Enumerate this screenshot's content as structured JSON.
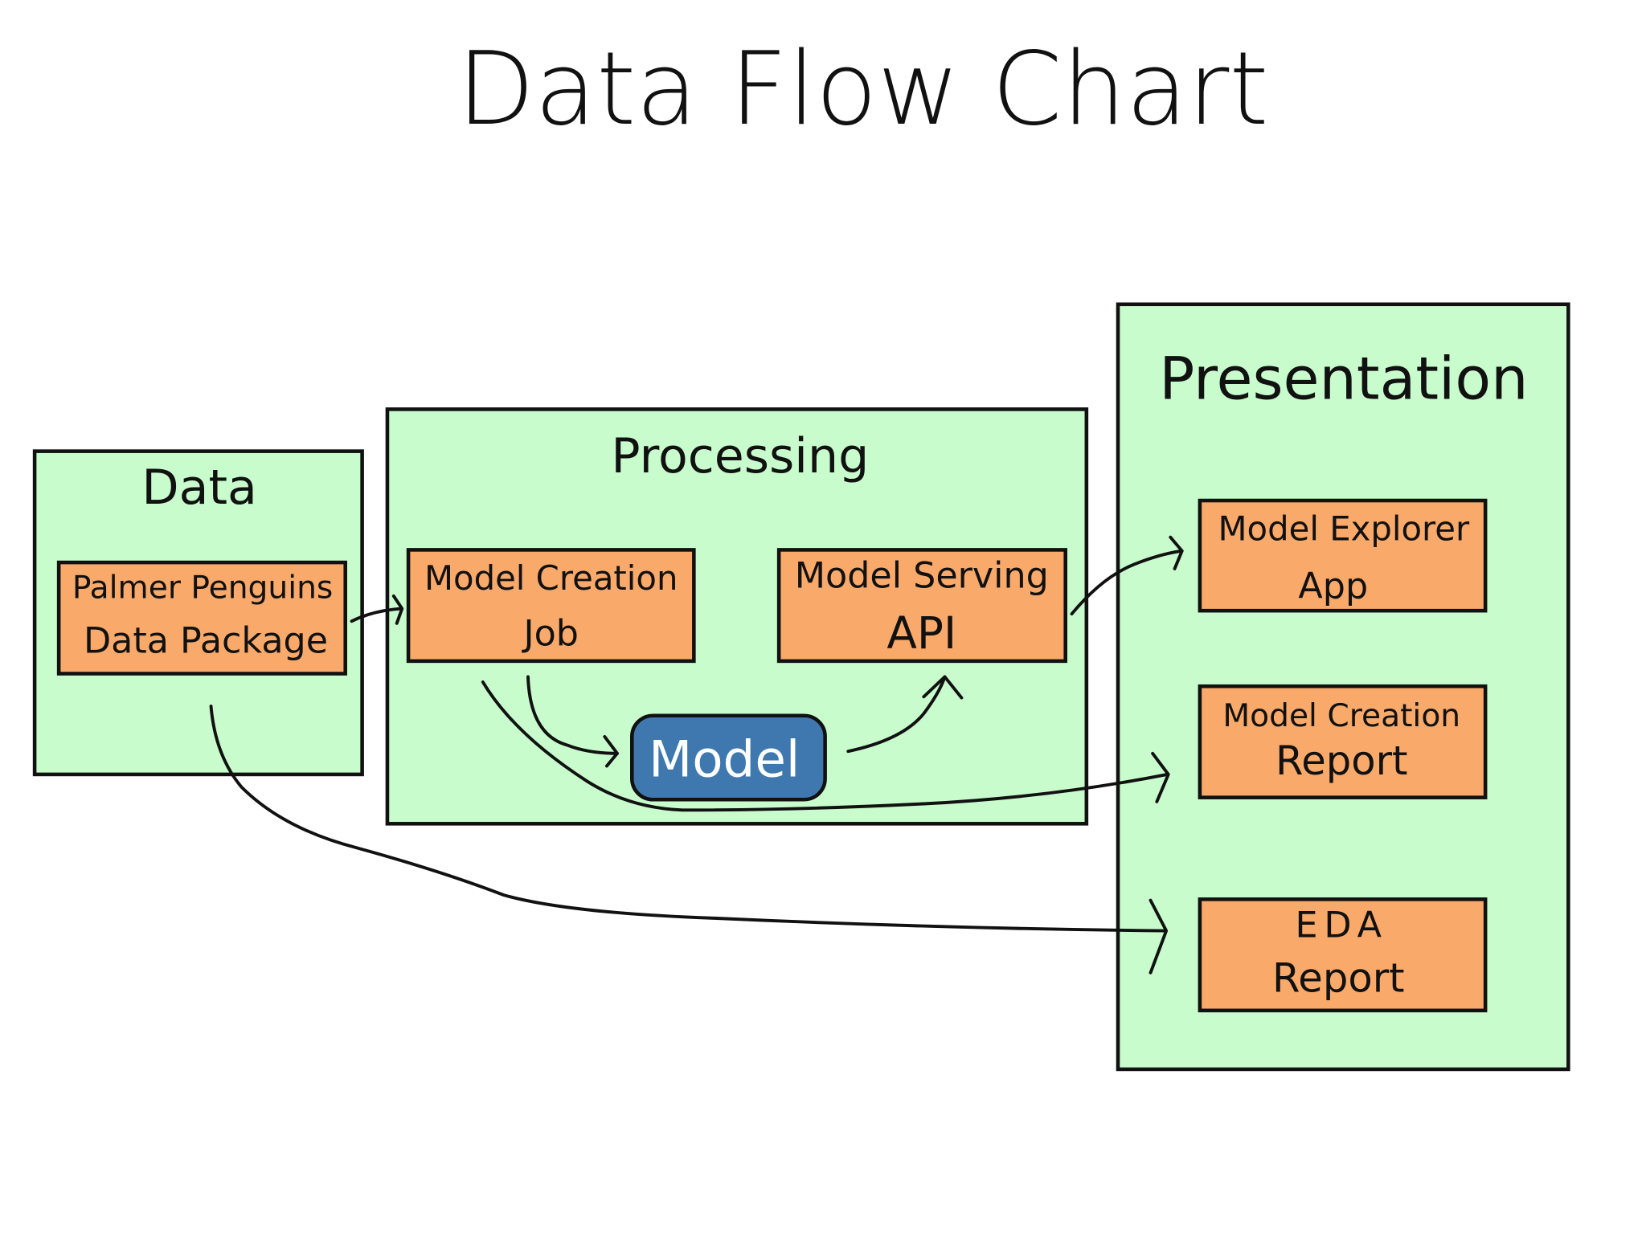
{
  "title": "Data Flow Chart",
  "colors": {
    "background": "#ffffff",
    "group_fill": "#c8fccc",
    "node_fill": "#f9a96a",
    "model_fill": "#3f78af",
    "model_text": "#ffffff",
    "stroke": "#111111"
  },
  "groups": [
    {
      "id": "data",
      "label": "Data"
    },
    {
      "id": "processing",
      "label": "Processing"
    },
    {
      "id": "presentation",
      "label": "Presentation"
    }
  ],
  "nodes": [
    {
      "id": "palmer",
      "group": "data",
      "lines": [
        "Palmer Penguins",
        "Data Package"
      ]
    },
    {
      "id": "creation_job",
      "group": "processing",
      "lines": [
        "Model Creation",
        "Job"
      ]
    },
    {
      "id": "serving_api",
      "group": "processing",
      "lines": [
        "Model Serving",
        "API"
      ]
    },
    {
      "id": "model",
      "group": "processing",
      "lines": [
        "Model"
      ]
    },
    {
      "id": "explorer_app",
      "group": "presentation",
      "lines": [
        "Model Explorer",
        "App"
      ]
    },
    {
      "id": "creation_report",
      "group": "presentation",
      "lines": [
        "Model Creation",
        "Report"
      ]
    },
    {
      "id": "eda_report",
      "group": "presentation",
      "lines": [
        "EDA",
        "Report"
      ]
    }
  ],
  "edges": [
    {
      "from": "palmer",
      "to": "creation_job"
    },
    {
      "from": "creation_job",
      "to": "model"
    },
    {
      "from": "model",
      "to": "serving_api"
    },
    {
      "from": "serving_api",
      "to": "explorer_app"
    },
    {
      "from": "creation_job",
      "to": "creation_report"
    },
    {
      "from": "palmer",
      "to": "eda_report"
    }
  ]
}
